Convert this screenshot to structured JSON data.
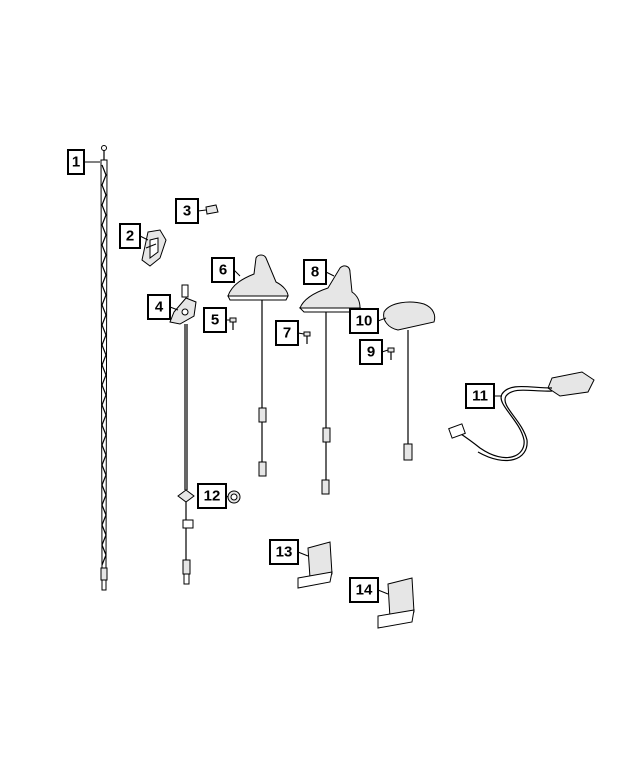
{
  "callouts": [
    {
      "id": "1",
      "label": "1"
    },
    {
      "id": "2",
      "label": "2"
    },
    {
      "id": "3",
      "label": "3"
    },
    {
      "id": "4",
      "label": "4"
    },
    {
      "id": "5",
      "label": "5"
    },
    {
      "id": "6",
      "label": "6"
    },
    {
      "id": "7",
      "label": "7"
    },
    {
      "id": "8",
      "label": "8"
    },
    {
      "id": "9",
      "label": "9"
    },
    {
      "id": "10",
      "label": "10"
    },
    {
      "id": "11",
      "label": "11"
    },
    {
      "id": "12",
      "label": "12"
    },
    {
      "id": "13",
      "label": "13"
    },
    {
      "id": "14",
      "label": "14"
    }
  ],
  "colors": {
    "line": "#000000",
    "background": "#ffffff",
    "shade": "#e6e6e6"
  }
}
